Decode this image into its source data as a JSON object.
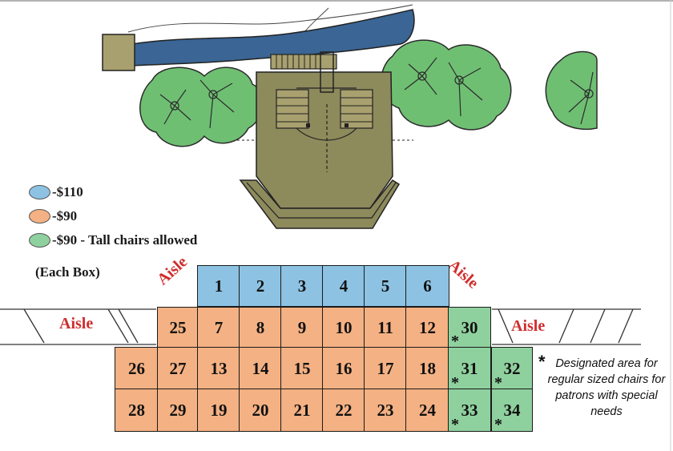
{
  "legend": [
    {
      "color": "#8dc2e3",
      "label": "-$110"
    },
    {
      "color": "#f4b183",
      "label": "-$90"
    },
    {
      "color": "#8fd19e",
      "label": "-$90 - Tall chairs allowed"
    }
  ],
  "each_box": "(Each Box)",
  "aisle_label": "Aisle",
  "note": "Designated area for regular sized chairs for patrons with special needs",
  "note_marker": "*",
  "boxes": {
    "row0": [
      "1",
      "2",
      "3",
      "4",
      "5",
      "6"
    ],
    "row1": [
      "25",
      "7",
      "8",
      "9",
      "10",
      "11",
      "12",
      "30"
    ],
    "row2": [
      "26",
      "27",
      "13",
      "14",
      "15",
      "16",
      "17",
      "18",
      "31",
      "32"
    ],
    "row3": [
      "28",
      "29",
      "19",
      "20",
      "21",
      "22",
      "23",
      "24",
      "33",
      "34"
    ]
  },
  "starred": [
    "30",
    "31",
    "32",
    "33",
    "34"
  ],
  "colors": {
    "premium": "#8dc2e3",
    "standard": "#f4b183",
    "tall": "#8fd19e",
    "water": "#3a6594",
    "trees": "#6fbf73",
    "stage": "#8d8a5c"
  }
}
